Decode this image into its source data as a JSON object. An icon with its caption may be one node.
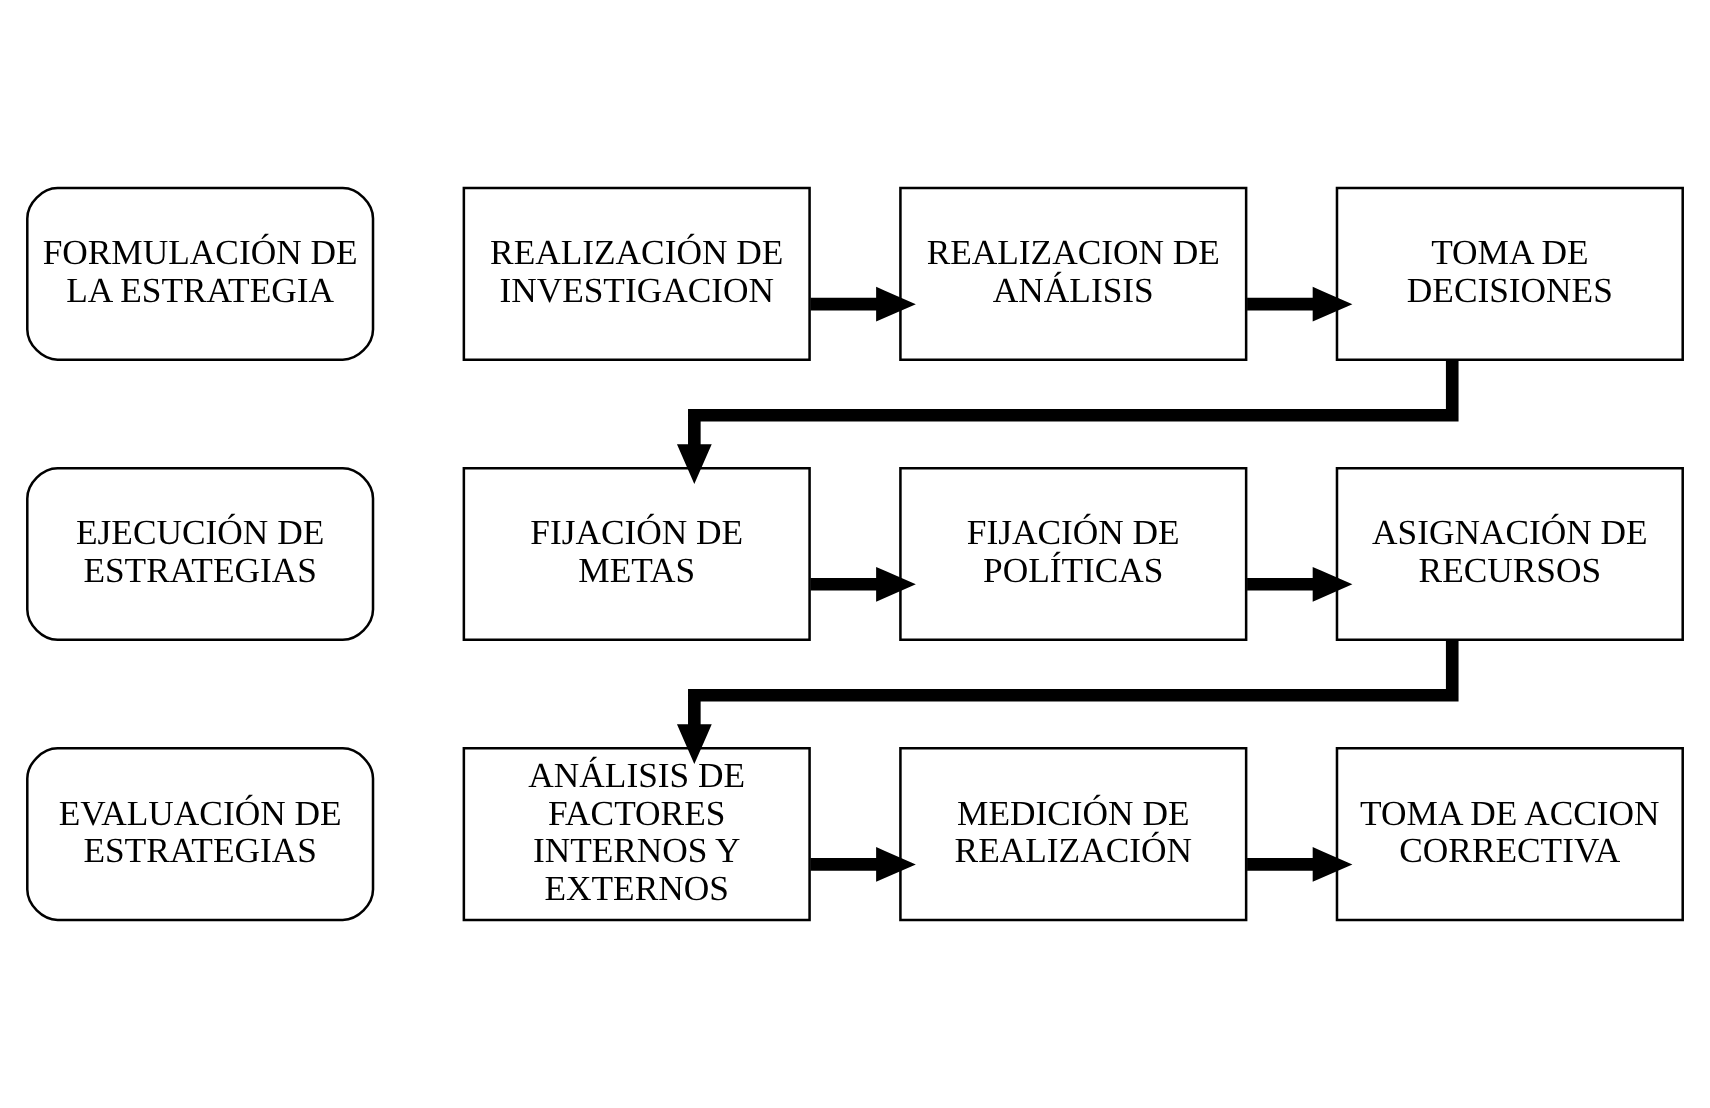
{
  "diagram": {
    "nodes": [
      {
        "text": [
          "FORMULACIÓN DE LA ESTRATEGIA"
        ]
      },
      {
        "text": [
          "REALIZACIÓN DE INVESTIGACION"
        ]
      },
      {
        "text": [
          "REALIZACION DE ANÁLISIS"
        ]
      },
      {
        "text": [
          "TOMA DE DECISIONES"
        ]
      },
      {
        "text": [
          "EJECUCIÓN DE ESTRATEGIAS"
        ]
      },
      {
        "text": [
          "FIJACIÓN DE METAS"
        ]
      },
      {
        "text": [
          "FIJACIÓN DE POLÍTICAS"
        ]
      },
      {
        "text": [
          "ASIGNACIÓN DE RECURSOS"
        ]
      },
      {
        "text": [
          "EVALUACIÓN DE ESTRATEGIAS"
        ]
      },
      {
        "text": [
          "ANÁLISIS DE FACTORES INTERNOS Y EXTERNOS"
        ]
      },
      {
        "text": [
          "MEDICIÓN DE REALIZACIÓN"
        ]
      },
      {
        "text": [
          "TOMA DE ACCION CORRECTIVA"
        ]
      }
    ],
    "edges": [
      {
        "from": 1,
        "to": 2,
        "arrow": "to"
      },
      {
        "from": 2,
        "to": 3,
        "arrow": "to"
      },
      {
        "from": 3,
        "to": 5,
        "arrow": "to"
      },
      {
        "from": 5,
        "to": 6,
        "arrow": "to"
      },
      {
        "from": 6,
        "to": 7,
        "arrow": "to"
      },
      {
        "from": 7,
        "to": 9,
        "arrow": "to"
      },
      {
        "from": 9,
        "to": 10,
        "arrow": "to"
      },
      {
        "from": 10,
        "to": 11,
        "arrow": "to"
      }
    ]
  }
}
